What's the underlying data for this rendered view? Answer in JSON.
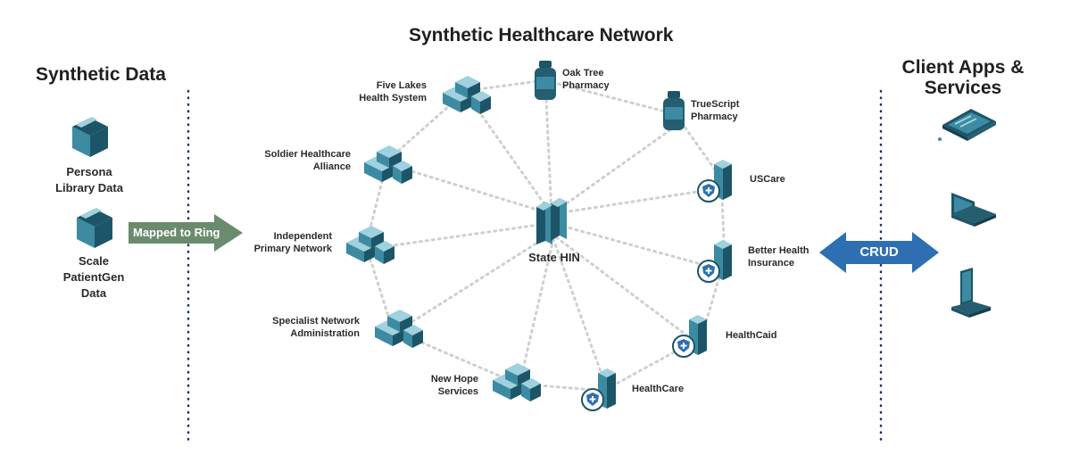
{
  "titles": {
    "left": "Synthetic Data",
    "center": "Synthetic Healthcare Network",
    "right_line1": "Client Apps &",
    "right_line2": "Services"
  },
  "synthetic_data": {
    "item1_line1": "Persona",
    "item1_line2": "Library Data",
    "item2_line1": "Scale",
    "item2_line2": "PatientGen",
    "item2_line3": "Data"
  },
  "mapped_arrow": "Mapped to Ring",
  "crud_arrow": "CRUD",
  "hub": "State HIN",
  "nodes": {
    "five_lakes": [
      "Five Lakes",
      "Health System"
    ],
    "soldier": [
      "Soldier Healthcare",
      "Alliance"
    ],
    "independent": [
      "Independent",
      "Primary Network"
    ],
    "specialist": [
      "Specialist Network",
      "Administration"
    ],
    "new_hope": [
      "New Hope",
      "Services"
    ],
    "oak_tree": [
      "Oak Tree",
      "Pharmacy"
    ],
    "truescript": [
      "TrueScript",
      "Pharmacy"
    ],
    "uscare": [
      "USCare"
    ],
    "better_health": [
      "Better Health",
      "Insurance"
    ],
    "healthcaid": [
      "HealthCaid"
    ],
    "healthcare": [
      "HealthCare"
    ]
  },
  "colors": {
    "dark_teal": "#1d5568",
    "mid_teal": "#3c8ba2",
    "light_teal": "#9fd1de",
    "arrow_green": "#6b8b6e",
    "crud_blue": "#2e6fb2",
    "divider_navy": "#1f2f6b",
    "connector_gray": "#c8c8c8"
  }
}
